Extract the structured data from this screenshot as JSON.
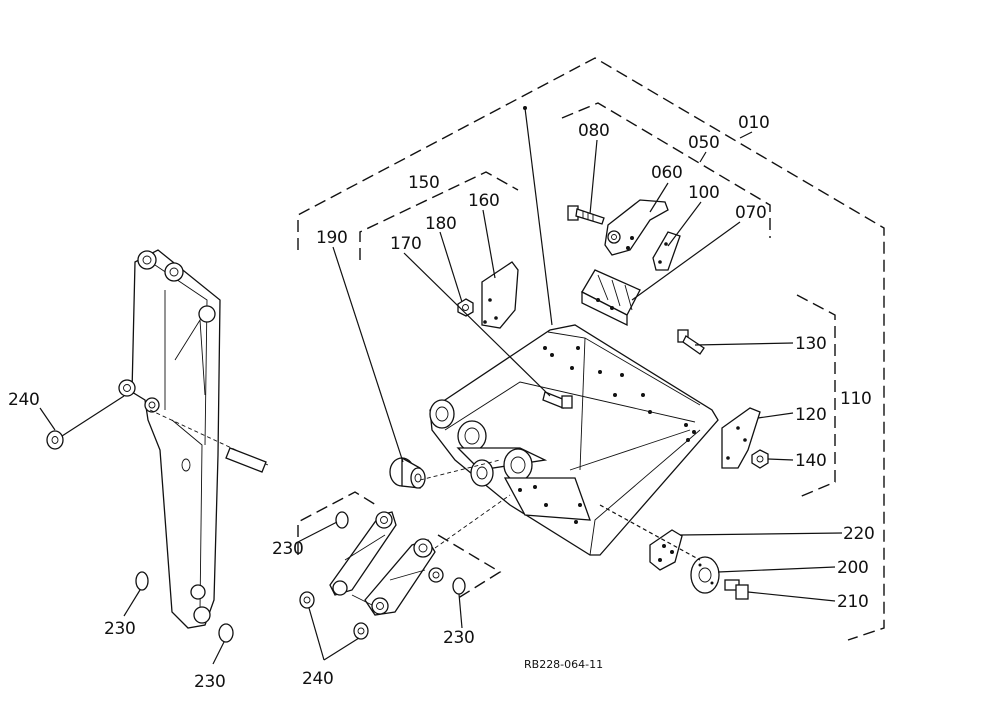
{
  "diagram": {
    "code": "RB228-064-11",
    "callouts": {
      "c010": "010",
      "c050": "050",
      "c080": "080",
      "c060": "060",
      "c100": "100",
      "c070": "070",
      "c150": "150",
      "c160": "160",
      "c180": "180",
      "c190": "190",
      "c170": "170",
      "c130": "130",
      "c110": "110",
      "c120": "120",
      "c140": "140",
      "c220": "220",
      "c200": "200",
      "c210": "210",
      "c240_left": "240",
      "c240_bottom": "240",
      "c230_left_mid": "230",
      "c230_left_low": "230",
      "c230_link_left": "230",
      "c230_link_right": "230"
    }
  }
}
